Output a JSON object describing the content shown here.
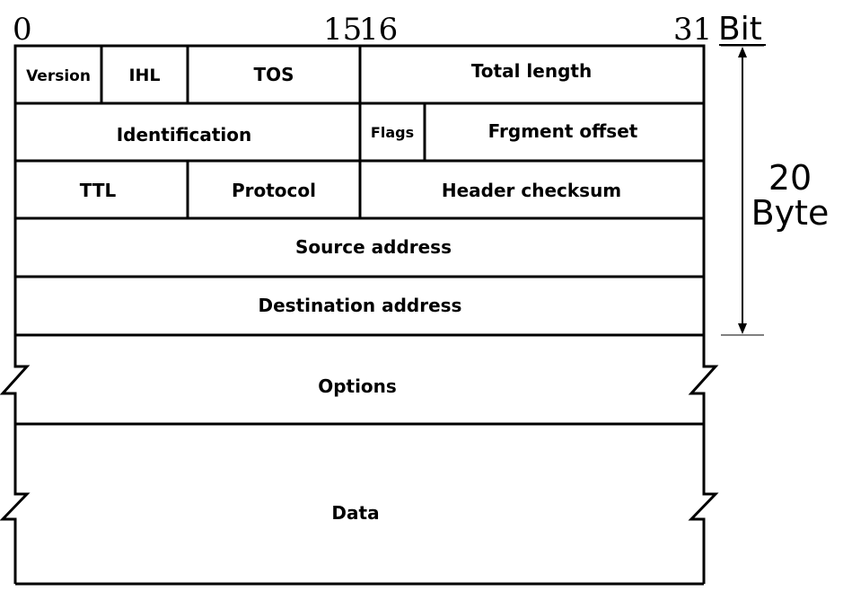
{
  "bit_labels": {
    "start": "0",
    "mid_left": "15",
    "mid_right": "16",
    "end": "31",
    "unit": "Bit"
  },
  "rows": {
    "row1": {
      "version": "Version",
      "ihl": "IHL",
      "tos": "TOS",
      "total_length": "Total length"
    },
    "row2": {
      "identification": "Identification",
      "flags": "Flags",
      "fragment_offset": "Frgment offset"
    },
    "row3": {
      "ttl": "TTL",
      "protocol": "Protocol",
      "header_checksum": "Header checksum"
    },
    "row4": {
      "source_address": "Source address"
    },
    "row5": {
      "destination_address": "Destination address"
    },
    "options": "Options",
    "data": "Data"
  },
  "size_annotation": {
    "value": "20",
    "unit": "Byte"
  }
}
